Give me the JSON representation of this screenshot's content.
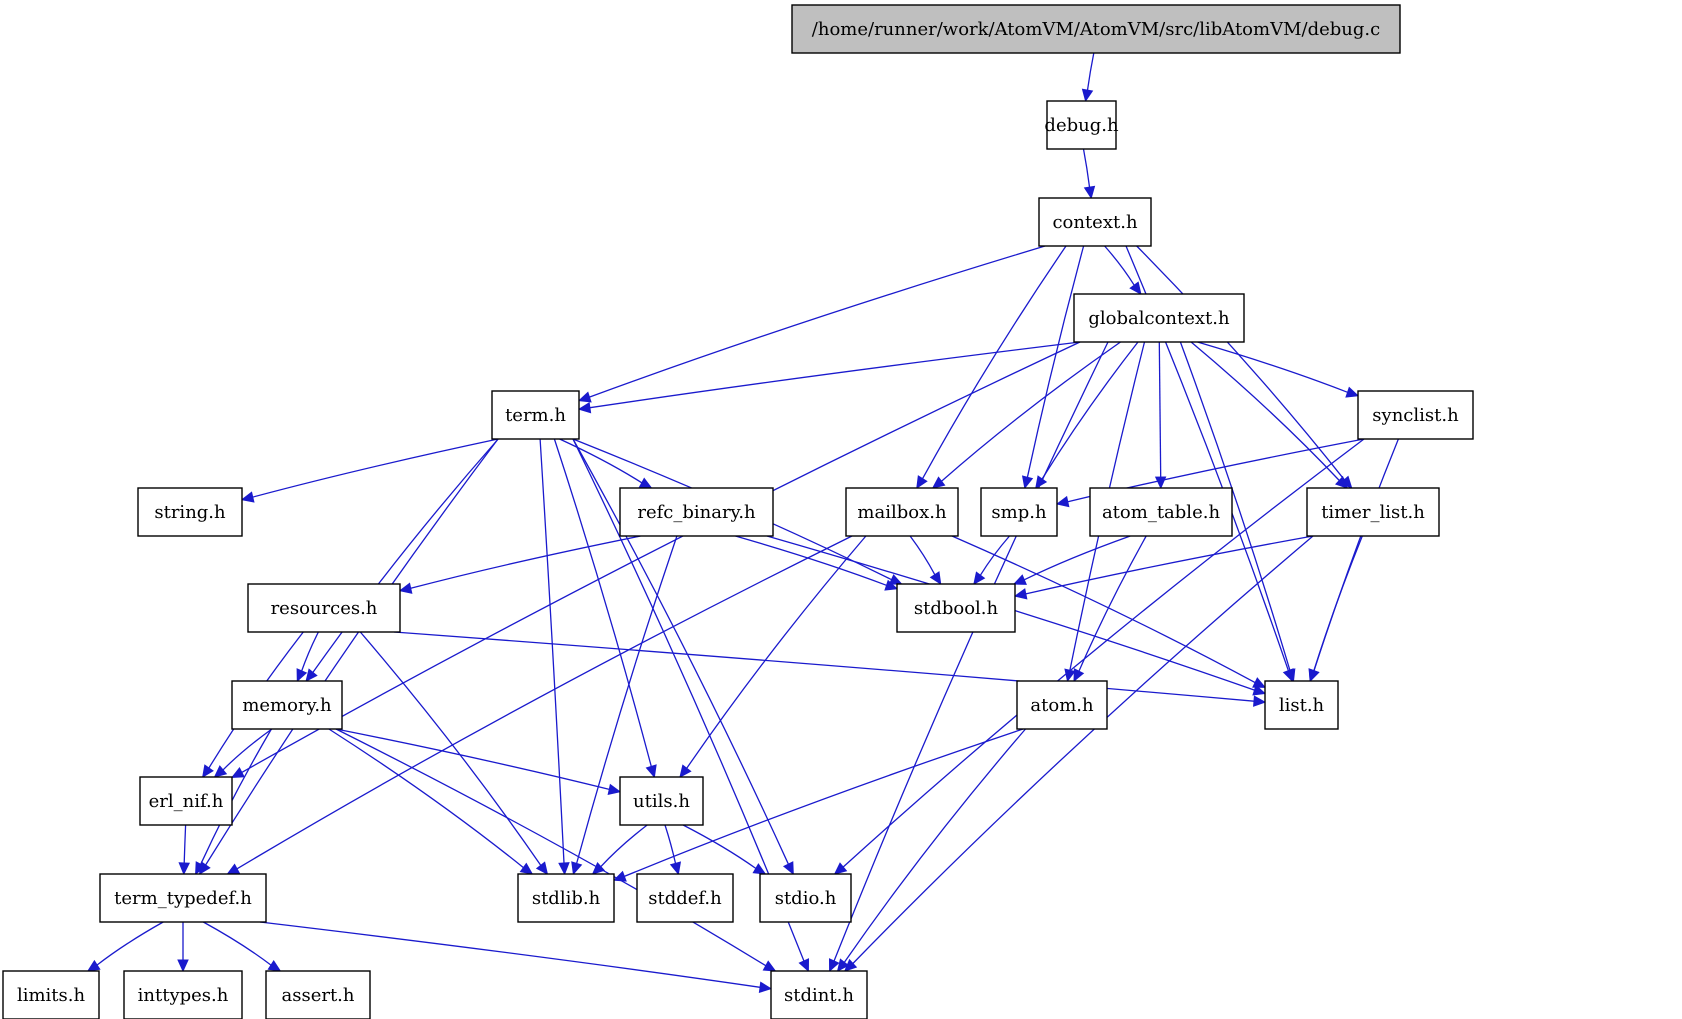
{
  "colors": {
    "root_fill": "#bfbfbf",
    "node_fill": "#ffffff",
    "border": "#000000",
    "edge": "#1a1acd"
  },
  "nodes": [
    {
      "id": "root",
      "label": "/home/runner/work/AtomVM/AtomVM/src/libAtomVM/debug.c",
      "root": true
    },
    {
      "id": "debug_h",
      "label": "debug.h"
    },
    {
      "id": "context_h",
      "label": "context.h"
    },
    {
      "id": "globalcontext_h",
      "label": "globalcontext.h"
    },
    {
      "id": "term_h",
      "label": "term.h"
    },
    {
      "id": "synclist_h",
      "label": "synclist.h"
    },
    {
      "id": "string_h",
      "label": "string.h"
    },
    {
      "id": "refc_binary_h",
      "label": "refc_binary.h"
    },
    {
      "id": "mailbox_h",
      "label": "mailbox.h"
    },
    {
      "id": "smp_h",
      "label": "smp.h"
    },
    {
      "id": "atom_table_h",
      "label": "atom_table.h"
    },
    {
      "id": "timer_list_h",
      "label": "timer_list.h"
    },
    {
      "id": "resources_h",
      "label": "resources.h"
    },
    {
      "id": "stdbool_h",
      "label": "stdbool.h"
    },
    {
      "id": "memory_h",
      "label": "memory.h"
    },
    {
      "id": "list_h",
      "label": "list.h"
    },
    {
      "id": "atom_h",
      "label": "atom.h"
    },
    {
      "id": "erl_nif_h",
      "label": "erl_nif.h"
    },
    {
      "id": "utils_h",
      "label": "utils.h"
    },
    {
      "id": "term_typedef_h",
      "label": "term_typedef.h"
    },
    {
      "id": "stdlib_h",
      "label": "stdlib.h"
    },
    {
      "id": "stddef_h",
      "label": "stddef.h"
    },
    {
      "id": "stdio_h",
      "label": "stdio.h"
    },
    {
      "id": "limits_h",
      "label": "limits.h"
    },
    {
      "id": "inttypes_h",
      "label": "inttypes.h"
    },
    {
      "id": "assert_h",
      "label": "assert.h"
    },
    {
      "id": "stdint_h",
      "label": "stdint.h"
    }
  ],
  "edges": [
    [
      "root",
      "debug_h"
    ],
    [
      "debug_h",
      "context_h"
    ],
    [
      "context_h",
      "globalcontext_h"
    ],
    [
      "context_h",
      "term_h"
    ],
    [
      "context_h",
      "mailbox_h"
    ],
    [
      "context_h",
      "smp_h"
    ],
    [
      "context_h",
      "timer_list_h"
    ],
    [
      "context_h",
      "list_h"
    ],
    [
      "globalcontext_h",
      "term_h"
    ],
    [
      "globalcontext_h",
      "erl_nif_h"
    ],
    [
      "globalcontext_h",
      "mailbox_h"
    ],
    [
      "globalcontext_h",
      "smp_h"
    ],
    [
      "globalcontext_h",
      "atom_table_h"
    ],
    [
      "globalcontext_h",
      "atom_h"
    ],
    [
      "globalcontext_h",
      "timer_list_h"
    ],
    [
      "globalcontext_h",
      "synclist_h"
    ],
    [
      "globalcontext_h",
      "list_h"
    ],
    [
      "globalcontext_h",
      "stdint_h"
    ],
    [
      "term_h",
      "string_h"
    ],
    [
      "term_h",
      "refc_binary_h"
    ],
    [
      "term_h",
      "stdbool_h"
    ],
    [
      "term_h",
      "memory_h"
    ],
    [
      "term_h",
      "term_typedef_h"
    ],
    [
      "term_h",
      "stdlib_h"
    ],
    [
      "term_h",
      "stdint_h"
    ],
    [
      "term_h",
      "utils_h"
    ],
    [
      "term_h",
      "stdio_h"
    ],
    [
      "synclist_h",
      "smp_h"
    ],
    [
      "synclist_h",
      "list_h"
    ],
    [
      "synclist_h",
      "stdio_h"
    ],
    [
      "refc_binary_h",
      "resources_h"
    ],
    [
      "refc_binary_h",
      "stdbool_h"
    ],
    [
      "refc_binary_h",
      "list_h"
    ],
    [
      "refc_binary_h",
      "stdlib_h"
    ],
    [
      "mailbox_h",
      "term_typedef_h"
    ],
    [
      "mailbox_h",
      "stdbool_h"
    ],
    [
      "mailbox_h",
      "list_h"
    ],
    [
      "mailbox_h",
      "utils_h"
    ],
    [
      "smp_h",
      "stdbool_h"
    ],
    [
      "atom_table_h",
      "stdbool_h"
    ],
    [
      "atom_table_h",
      "atom_h"
    ],
    [
      "timer_list_h",
      "stdbool_h"
    ],
    [
      "timer_list_h",
      "list_h"
    ],
    [
      "timer_list_h",
      "stdint_h"
    ],
    [
      "resources_h",
      "memory_h"
    ],
    [
      "resources_h",
      "erl_nif_h"
    ],
    [
      "resources_h",
      "stdlib_h"
    ],
    [
      "resources_h",
      "list_h"
    ],
    [
      "memory_h",
      "erl_nif_h"
    ],
    [
      "memory_h",
      "term_typedef_h"
    ],
    [
      "memory_h",
      "utils_h"
    ],
    [
      "memory_h",
      "stdlib_h"
    ],
    [
      "memory_h",
      "stdint_h"
    ],
    [
      "atom_h",
      "stdlib_h"
    ],
    [
      "atom_h",
      "stdint_h"
    ],
    [
      "erl_nif_h",
      "term_typedef_h"
    ],
    [
      "utils_h",
      "stdlib_h"
    ],
    [
      "utils_h",
      "stddef_h"
    ],
    [
      "utils_h",
      "stdio_h"
    ],
    [
      "term_typedef_h",
      "limits_h"
    ],
    [
      "term_typedef_h",
      "inttypes_h"
    ],
    [
      "term_typedef_h",
      "assert_h"
    ],
    [
      "term_typedef_h",
      "stdint_h"
    ]
  ]
}
